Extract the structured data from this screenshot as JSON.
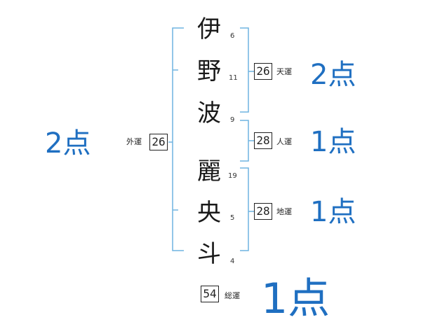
{
  "name_chars": [
    {
      "char": "伊",
      "strokes": "6"
    },
    {
      "char": "野",
      "strokes": "11"
    },
    {
      "char": "波",
      "strokes": "9"
    },
    {
      "char": "麗",
      "strokes": "19"
    },
    {
      "char": "央",
      "strokes": "5"
    },
    {
      "char": "斗",
      "strokes": "4"
    }
  ],
  "fortunes": {
    "tenkaku": {
      "label": "天運",
      "value": "26",
      "score": "2点"
    },
    "jinkaku": {
      "label": "人運",
      "value": "28",
      "score": "1点"
    },
    "chikaku": {
      "label": "地運",
      "value": "28",
      "score": "1点"
    },
    "gaikaku": {
      "label": "外運",
      "value": "26",
      "score": "2点"
    },
    "soukaku": {
      "label": "総運",
      "value": "54",
      "score": "1点"
    }
  },
  "colors": {
    "bracket": "#6fb3e0",
    "score": "#1f6fc1"
  }
}
